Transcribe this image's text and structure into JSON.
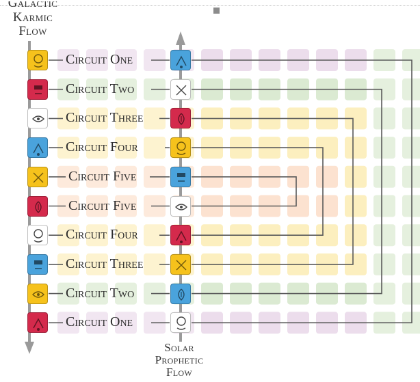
{
  "captions": {
    "galactic": [
      "Galactic",
      "Karmic",
      "Flow"
    ],
    "solar": [
      "Solar",
      "Prophetic",
      "Flow"
    ]
  },
  "rows": [
    {
      "label": "Circuit One",
      "left_color": "#f6c21c",
      "right_color": "#4aa3dc",
      "left_icon": "yellow-face-glyph-icon",
      "right_icon": "blue-eye-glyph-icon"
    },
    {
      "label": "Circuit Two",
      "left_color": "#d42a4c",
      "right_color": "#ffffff",
      "left_icon": "red-bar-glyph-icon",
      "right_icon": "white-cross-glyph-icon"
    },
    {
      "label": "Circuit Three",
      "left_color": "#ffffff",
      "right_color": "#d42a4c",
      "left_icon": "white-eye-glyph-icon",
      "right_icon": "red-seed-glyph-icon"
    },
    {
      "label": "Circuit Four",
      "left_color": "#4aa3dc",
      "right_color": "#f6c21c",
      "left_icon": "blue-hand-glyph-icon",
      "right_icon": "yellow-spiral-glyph-icon"
    },
    {
      "label": "Circuit Five",
      "left_color": "#f6c21c",
      "right_color": "#4aa3dc",
      "left_icon": "yellow-star-glyph-icon",
      "right_icon": "blue-monkey-glyph-icon"
    },
    {
      "label": "Circuit Five",
      "left_color": "#d42a4c",
      "right_color": "#ffffff",
      "left_icon": "red-moon-glyph-icon",
      "right_icon": "white-dog-glyph-icon"
    },
    {
      "label": "Circuit Four",
      "left_color": "#ffffff",
      "right_color": "#d42a4c",
      "left_icon": "white-mirror-glyph-icon",
      "right_icon": "red-earth-glyph-icon"
    },
    {
      "label": "Circuit Three",
      "left_color": "#4aa3dc",
      "right_color": "#f6c21c",
      "left_icon": "blue-storm-glyph-icon",
      "right_icon": "yellow-sun-glyph-icon"
    },
    {
      "label": "Circuit Two",
      "left_color": "#f6c21c",
      "right_color": "#4aa3dc",
      "left_icon": "yellow-warrior-glyph-icon",
      "right_icon": "blue-night-glyph-icon"
    },
    {
      "label": "Circuit One",
      "left_color": "#d42a4c",
      "right_color": "#ffffff",
      "left_icon": "red-dragon-glyph-icon",
      "right_icon": "white-wind-glyph-icon"
    }
  ],
  "grid_palette": {
    "line": "#5a5a5a",
    "band": [
      "#e5d2e6",
      "#cfe3c3",
      "#fbe9a9",
      "#fbd8c0"
    ]
  }
}
